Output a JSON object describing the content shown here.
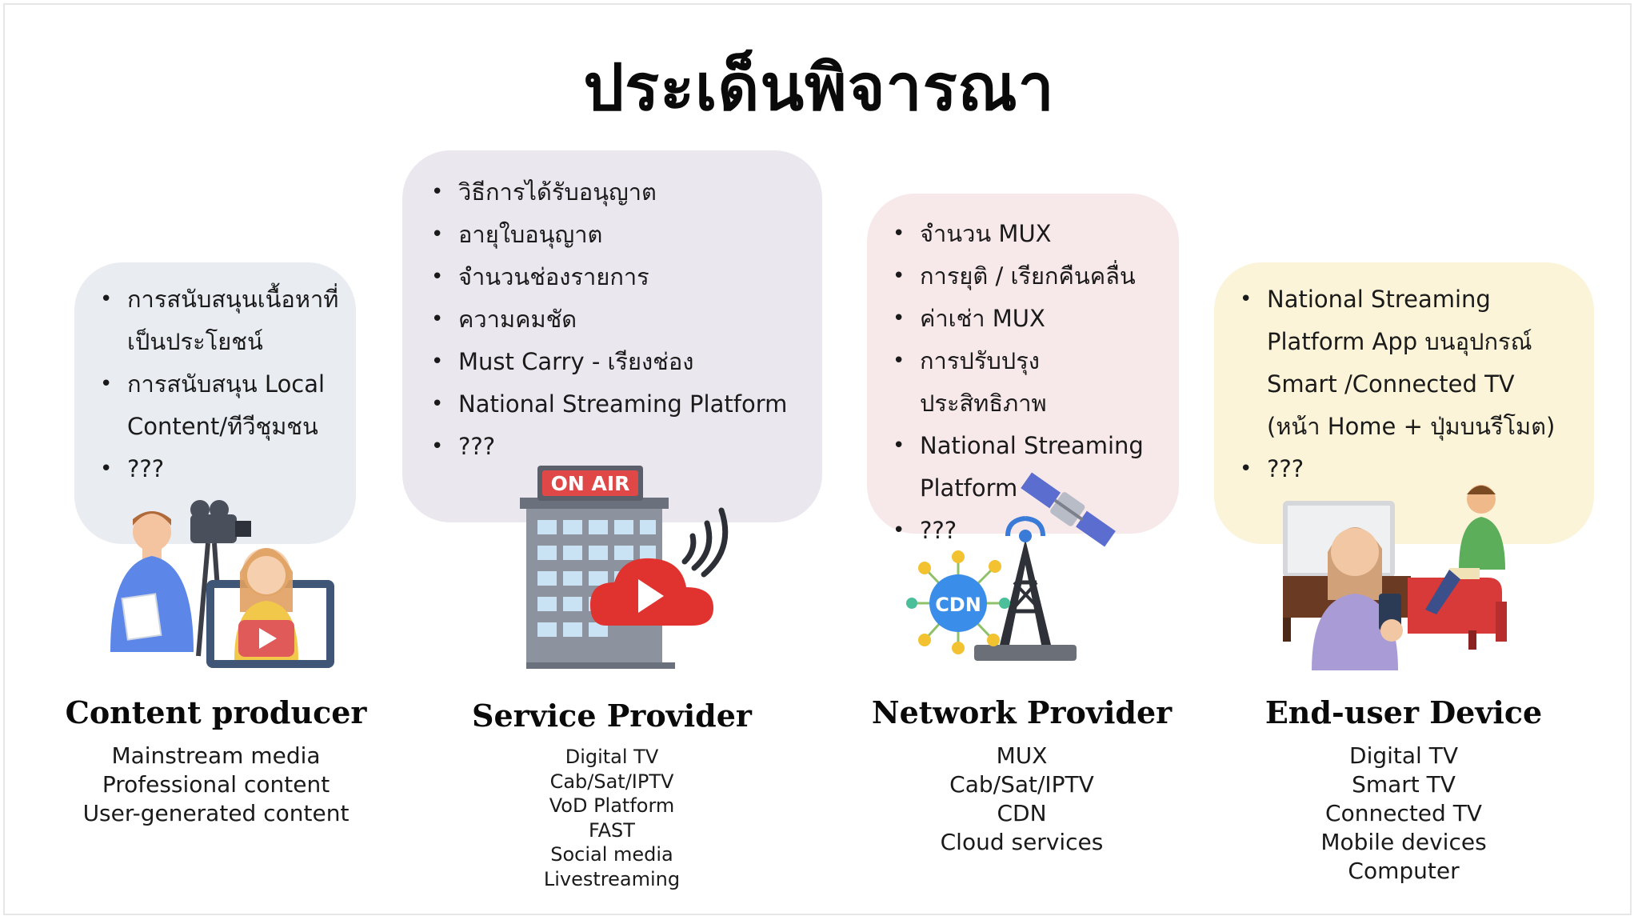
{
  "title": "ประเด็นพิจารณา",
  "columns": [
    {
      "bullets": [
        "การสนับสนุนเนื้อหาที่",
        "เป็นประโยชน์",
        "การสนับสนุน Local",
        "Content/ทีวีชุมชน",
        "???"
      ],
      "name": "Content  producer",
      "items": [
        "Mainstream media",
        "Professional content",
        "User-generated content"
      ],
      "icon": "content-producer-icon"
    },
    {
      "bullets": [
        "วิธีการได้รับอนุญาต",
        "อายุใบอนุญาต",
        "จำนวนช่องรายการ",
        "ความคมชัด",
        "Must Carry - เรียงช่อง",
        "National Streaming Platform",
        "???"
      ],
      "name": "Service Provider",
      "items": [
        "Digital TV",
        "Cab/Sat/IPTV",
        "VoD Platform",
        "FAST",
        "Social media",
        "Livestreaming"
      ],
      "icon": "service-provider-icon",
      "sign": "ON AIR"
    },
    {
      "bullets": [
        "จำนวน MUX",
        "การยุติ / เรียกคืนคลื่น",
        "ค่าเช่า MUX",
        "การปรับปรุงประสิทธิภาพ",
        "National Streaming",
        "Platform",
        "???"
      ],
      "name": "Network Provider",
      "items": [
        "MUX",
        "Cab/Sat/IPTV",
        "CDN",
        "Cloud services"
      ],
      "icon": "network-provider-icon",
      "cdn": "CDN"
    },
    {
      "bullets": [
        "National Streaming",
        "Platform App บนอุปกรณ์",
        "Smart /Connected TV",
        "(หน้า Home + ปุ่มบนรีโมต)",
        "???"
      ],
      "name": "End-user Device",
      "items": [
        "Digital TV",
        "Smart TV",
        "Connected TV",
        "Mobile devices",
        "Computer"
      ],
      "icon": "end-user-device-icon"
    }
  ]
}
